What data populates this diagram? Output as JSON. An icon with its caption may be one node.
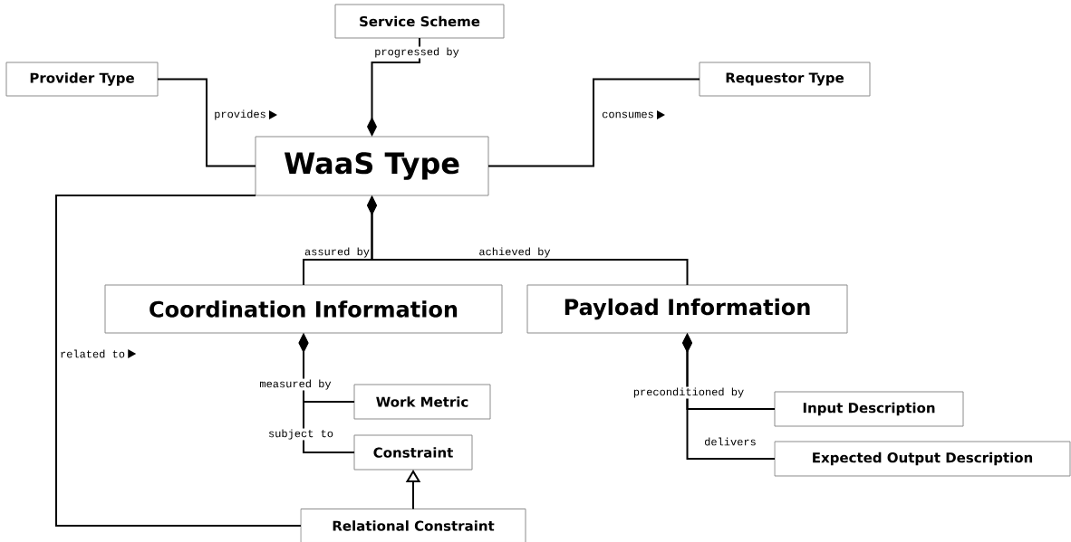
{
  "diagram": {
    "nodes": [
      {
        "text": [
          "Service Scheme"
        ]
      },
      {
        "text": [
          "Provider Type"
        ]
      },
      {
        "text": [
          "Requestor Type"
        ]
      },
      {
        "text": [
          "WaaS Type"
        ]
      },
      {
        "text": [
          "Coordination Information"
        ]
      },
      {
        "text": [
          "Payload Information"
        ]
      },
      {
        "text": [
          "Work Metric"
        ]
      },
      {
        "text": [
          "Input Description"
        ]
      },
      {
        "text": [
          "Constraint"
        ]
      },
      {
        "text": [
          "Expected Output Description"
        ]
      },
      {
        "text": [
          "Relational Constraint"
        ]
      }
    ],
    "edges": [
      {
        "from": 3,
        "to": 0,
        "arrow": "other",
        "label": "progressed by"
      },
      {
        "from": 1,
        "to": 3,
        "arrow": "none",
        "label": "provides"
      },
      {
        "from": 3,
        "to": 2,
        "arrow": "none",
        "label": "consumes"
      },
      {
        "from": 3,
        "to": 4,
        "arrow": "other",
        "label": "assured by"
      },
      {
        "from": 3,
        "to": 5,
        "arrow": "other",
        "label": "achieved by"
      },
      {
        "from": 3,
        "to": 10,
        "arrow": "none",
        "label": "related to"
      },
      {
        "from": 4,
        "to": 6,
        "arrow": "other",
        "label": "measured by"
      },
      {
        "from": 4,
        "to": 8,
        "arrow": "other",
        "label": "subject to"
      },
      {
        "from": 5,
        "to": 7,
        "arrow": "other",
        "label": "preconditioned by"
      },
      {
        "from": 5,
        "to": 9,
        "arrow": "other",
        "label": "delivers"
      },
      {
        "from": 10,
        "to": 8,
        "arrow": "to"
      }
    ]
  }
}
